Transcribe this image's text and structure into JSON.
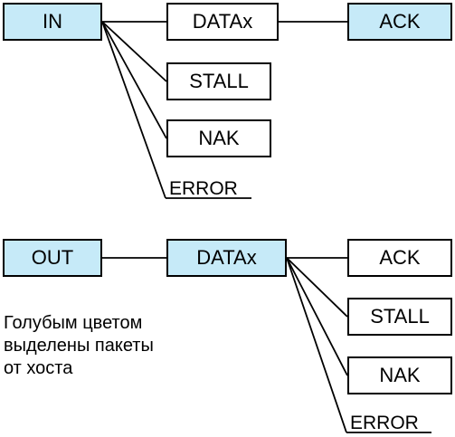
{
  "in_transaction": {
    "token": "IN",
    "data": "DATAx",
    "ack": "ACK",
    "stall": "STALL",
    "nak": "NAK",
    "error": "ERROR"
  },
  "out_transaction": {
    "token": "OUT",
    "data": "DATAx",
    "ack": "ACK",
    "stall": "STALL",
    "nak": "NAK",
    "error": "ERROR"
  },
  "legend": {
    "line1": "Голубым цветом",
    "line2": "выделены пакеты",
    "line3": "от хоста"
  },
  "colors": {
    "host_packet": "#c6eaf8",
    "device_packet": "#ffffff",
    "line": "#000000"
  }
}
